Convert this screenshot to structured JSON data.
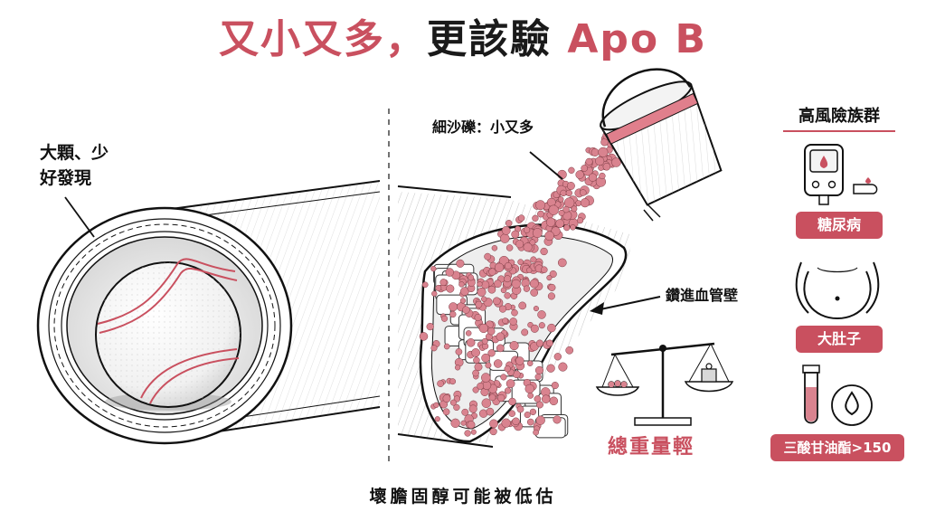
{
  "title": {
    "part1": "又小又多，",
    "part2": "更該驗",
    "part3": "Apo B"
  },
  "left_panel": {
    "label_line1": "大顆、少",
    "label_line2": "好發現"
  },
  "right_panel": {
    "sand_label": "細沙礫：小又多",
    "wall_label": "鑽進血管壁",
    "mass_label": "總重量輕"
  },
  "risk_panel": {
    "heading": "高風險族群",
    "items": [
      {
        "label": "糖尿病",
        "icon": "glucose-meter-icon"
      },
      {
        "label": "大肚子",
        "icon": "belly-icon"
      },
      {
        "label": "三酸甘油酯>150",
        "icon": "test-tube-droplet-icon"
      }
    ]
  },
  "footer": "壞膽固醇可能被低估",
  "colors": {
    "accent": "#c9505f",
    "ink": "#1a1a1a",
    "paper": "#ffffff",
    "particle": "#d9838f"
  }
}
